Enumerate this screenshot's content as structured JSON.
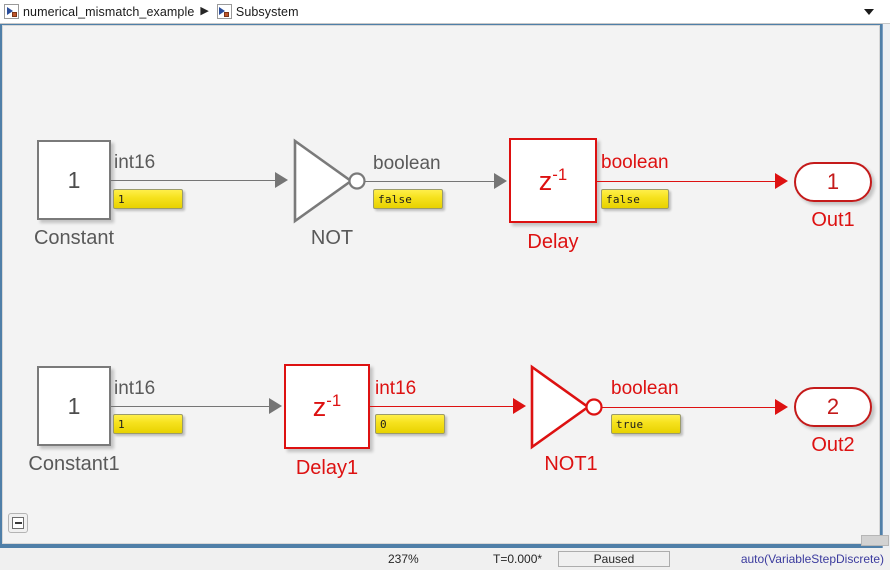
{
  "breadcrumb": {
    "root": {
      "label": "numerical_mismatch_example",
      "icon": "subsystem-icon"
    },
    "separator": "▶",
    "current": {
      "label": "Subsystem",
      "icon": "subsystem-icon"
    },
    "dropdown_icon": "chevron-down-icon"
  },
  "colors": {
    "highlight_red": "#dd1111",
    "outport_red": "#c41a1a",
    "normal_gray": "#757575",
    "badge_yellow": "#f6e21e",
    "canvas_bg": "#f3f3f3",
    "frame_blue": "#4f7fa8",
    "solver_link": "#3b3b9e"
  },
  "diagram": {
    "row1": {
      "constant": {
        "name": "Constant",
        "value": "1",
        "out_type": "int16",
        "out_value": "1",
        "highlighted": false
      },
      "not_gate": {
        "name": "NOT",
        "out_type": "boolean",
        "out_value": "false",
        "highlighted": false
      },
      "delay": {
        "name": "Delay",
        "value": "z",
        "exponent": "-1",
        "out_type": "boolean",
        "out_value": "false",
        "highlighted": true
      },
      "outport": {
        "name": "Out1",
        "port_number": "1",
        "highlighted": true
      }
    },
    "row2": {
      "constant": {
        "name": "Constant1",
        "value": "1",
        "out_type": "int16",
        "out_value": "1",
        "highlighted": false
      },
      "delay": {
        "name": "Delay1",
        "value": "z",
        "exponent": "-1",
        "out_type": "int16",
        "out_value": "0",
        "highlighted": true
      },
      "not_gate": {
        "name": "NOT1",
        "out_type": "boolean",
        "out_value": "true",
        "highlighted": true
      },
      "outport": {
        "name": "Out2",
        "port_number": "2",
        "highlighted": true
      }
    }
  },
  "canvas": {
    "collapse_icon": "collapse-minus-icon"
  },
  "status_bar": {
    "zoom": "237%",
    "time": "T=0.000*",
    "state": "Paused",
    "solver": "auto(VariableStepDiscrete)"
  }
}
